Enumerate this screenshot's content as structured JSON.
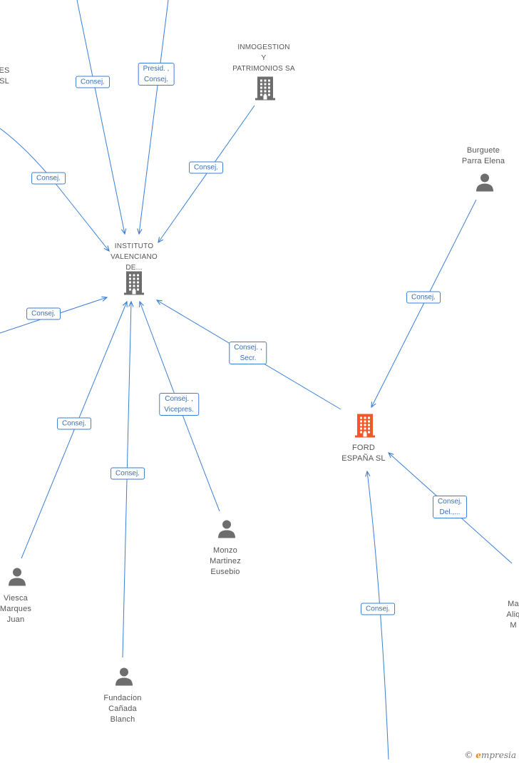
{
  "nodes": [
    {
      "id": "ivd",
      "kind": "company",
      "color": "#6d6d6d",
      "lines": [
        "INSTITUTO",
        "VALENCIANO",
        "DE..."
      ],
      "small": true
    },
    {
      "id": "inmo",
      "kind": "company",
      "color": "#6d6d6d",
      "lines": [
        "INMOGESTION",
        "Y",
        "PATRIMONIOS SA"
      ],
      "small": true
    },
    {
      "id": "ford",
      "kind": "company",
      "color": "#f0582a",
      "lines": [
        "FORD",
        "ESPAÑA SL"
      ],
      "small": false
    },
    {
      "id": "burg",
      "kind": "person",
      "color": "#6d6d6d",
      "lines": [
        "Burguete",
        "Parra Elena"
      ],
      "small": false
    },
    {
      "id": "monzo",
      "kind": "person",
      "color": "#6d6d6d",
      "lines": [
        "Monzo",
        "Martinez",
        "Eusebio"
      ],
      "small": false
    },
    {
      "id": "viesca",
      "kind": "person",
      "color": "#6d6d6d",
      "lines": [
        "Viesca",
        "Marques",
        "Juan"
      ],
      "small": false
    },
    {
      "id": "fund",
      "kind": "person",
      "color": "#6d6d6d",
      "lines": [
        "Fundacion",
        "Cañada",
        "Blanch"
      ],
      "small": false
    },
    {
      "id": "leftco",
      "kind": "label-only",
      "lines": [
        "ES",
        "SL"
      ],
      "small": false
    },
    {
      "id": "rightp",
      "kind": "label-only",
      "lines": [
        "Ma",
        "Aliq",
        "M"
      ],
      "small": false
    }
  ],
  "edges": [
    {
      "id": "e1",
      "lines": [
        "Consej."
      ]
    },
    {
      "id": "e2",
      "lines": [
        "Presid. ,",
        "Consej."
      ]
    },
    {
      "id": "e3",
      "lines": [
        "Consej."
      ]
    },
    {
      "id": "e4",
      "lines": [
        "Consej."
      ]
    },
    {
      "id": "e5",
      "lines": [
        "Consej."
      ]
    },
    {
      "id": "e6",
      "lines": [
        "Consej."
      ]
    },
    {
      "id": "e7",
      "lines": [
        "Consej."
      ]
    },
    {
      "id": "e8",
      "lines": [
        "Consej. ,",
        "Vicepres."
      ]
    },
    {
      "id": "e9",
      "lines": [
        "Consej. ,",
        "Secr."
      ]
    },
    {
      "id": "e10",
      "lines": [
        "Consej."
      ]
    },
    {
      "id": "e11",
      "lines": [
        "Consej.",
        "Del.,..."
      ]
    },
    {
      "id": "e12",
      "lines": [
        "Consej."
      ]
    }
  ],
  "footer": {
    "copyright": "©",
    "brand_initial": "e",
    "brand_rest": "mpresia"
  }
}
